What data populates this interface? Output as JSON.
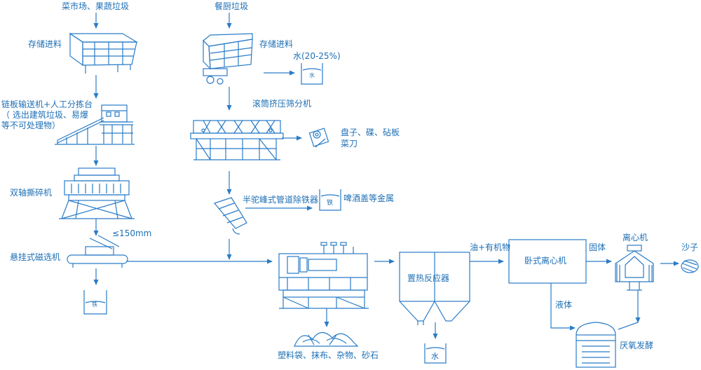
{
  "colors": {
    "line": "#2a7cc7",
    "text": "#1d6fb5",
    "background": "#ffffff"
  },
  "labels": {
    "veg_market_waste": "菜市场、果蔬垃圾",
    "kitchen_waste": "餐厨垃圾",
    "storage_feed_left": "存储进料",
    "storage_feed_right": "存储进料",
    "water_ratio": "水(20-25%)",
    "chain_conveyor": "链板输送机+人工分拣台",
    "chain_conveyor_note": "（ 选出建筑垃圾、易爆等不可处理物）",
    "drum_screen": "滚筒挤压筛分机",
    "tableware": "盘子、碟、砧板",
    "kitchen_knife": "菜刀",
    "twin_shaft_shredder": "双轴撕碎机",
    "pipeline_iron_remover": "半驼峰式管道除铁器",
    "bottle_caps": "啤酒盖等金属",
    "particle_size": "≤150mm",
    "suspended_magnetic": "悬挂式磁选机",
    "plastic_bags": "塑料袋、抹布、杂物、砂石",
    "heat_reactor": "置热反应器",
    "oil_organic": "油+有机物",
    "decanter_centrifuge": "卧式离心机",
    "solid": "固体",
    "centrifuge": "离心机",
    "sand": "沙子",
    "liquid": "液体",
    "anaerobic": "厌氧发酵",
    "iron_tag": "铁",
    "water_tag": "水"
  }
}
